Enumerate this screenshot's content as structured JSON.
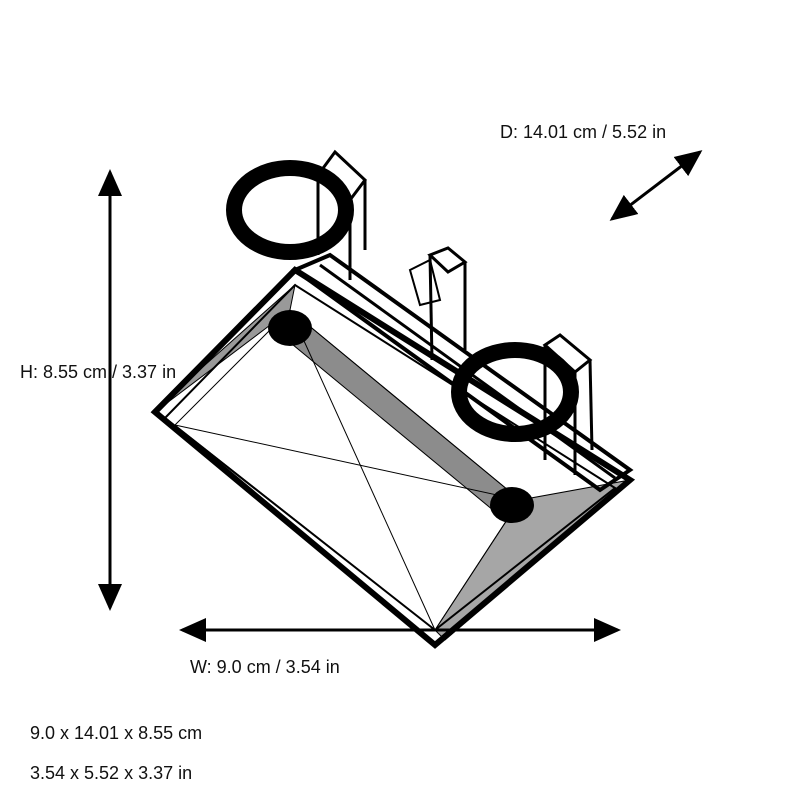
{
  "dimensions": {
    "depth_label": "D: 14.01 cm / 5.52 in",
    "height_label": "H: 8.55 cm / 3.37 in",
    "width_label": "W: 9.0 cm / 3.54 in",
    "summary_cm": "9.0 x 14.01 x 8.55 cm",
    "summary_in": "3.54 x 5.52 x 3.37 in"
  },
  "colors": {
    "line": "#000000",
    "background": "#ffffff"
  }
}
